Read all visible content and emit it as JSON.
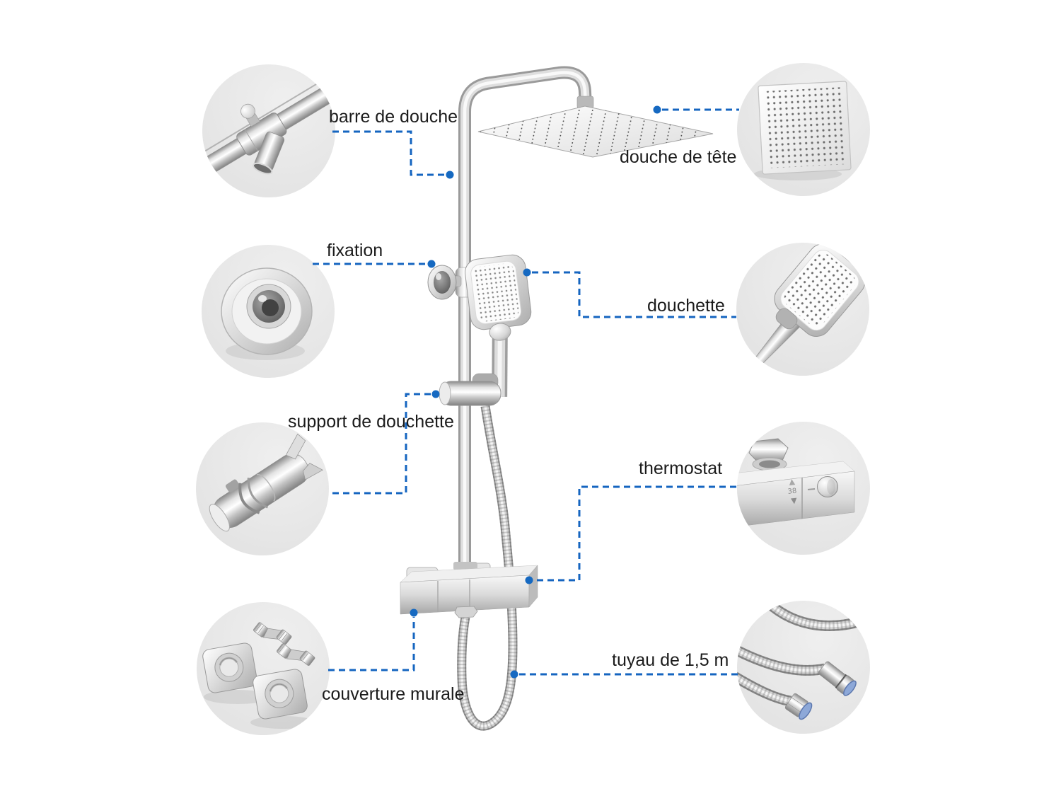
{
  "figure": {
    "background_color": "#ffffff",
    "accent_color": "#1565c0",
    "dot_color": "#1669c1",
    "text_color": "#1b1b1b"
  },
  "parts": [
    {
      "id": "barre-de-douche",
      "label": "barre de douche",
      "icon": "shower-bar-icon"
    },
    {
      "id": "douche-de-tete",
      "label": "douche de tête",
      "icon": "rain-shower-head-icon"
    },
    {
      "id": "fixation",
      "label": "fixation",
      "icon": "wall-fixation-icon"
    },
    {
      "id": "douchette",
      "label": "douchette",
      "icon": "hand-shower-icon"
    },
    {
      "id": "support-de-douchette",
      "label": "support de douchette",
      "icon": "shower-holder-icon"
    },
    {
      "id": "thermostat",
      "label": "thermostat",
      "icon": "thermostat-valve-icon",
      "markings": {
        "up": "▲",
        "temp": "38",
        "down": "▼"
      }
    },
    {
      "id": "couverture-murale",
      "label": "couverture murale",
      "icon": "wall-cover-icon"
    },
    {
      "id": "tuyau",
      "label": "tuyau de 1,5 m",
      "icon": "shower-hose-icon"
    }
  ]
}
